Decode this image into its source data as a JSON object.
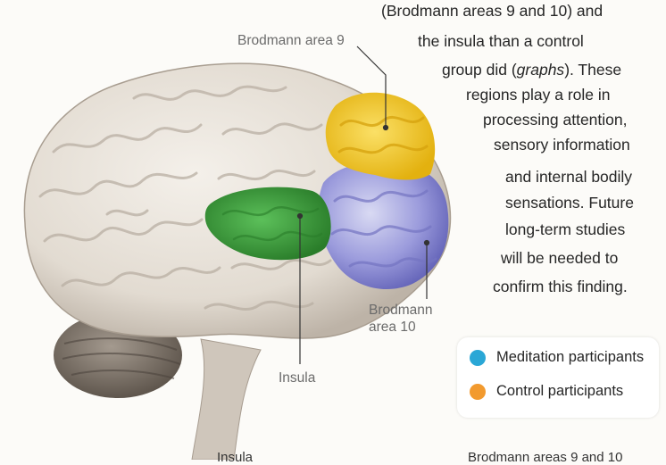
{
  "paragraph": {
    "lines": [
      "(Brodmann areas 9 and 10) and",
      "the insula than a control",
      "group did (",
      "graphs",
      "). These",
      "regions play a role in",
      "processing attention,",
      "sensory information",
      "and internal bodily",
      "sensations. Future",
      "long-term studies",
      "will be needed to",
      "confirm this finding."
    ]
  },
  "labels": {
    "area9": "Brodmann area 9",
    "area10_line1": "Brodmann",
    "area10_line2": "area 10",
    "insula": "Insula"
  },
  "legend": {
    "items": [
      {
        "label": "Meditation participants",
        "color": "#2aa7d6"
      },
      {
        "label": "Control participants",
        "color": "#f29a2e"
      }
    ]
  },
  "cut_off_captions": {
    "left": "Insula",
    "right": "Brodmann areas 9 and 10"
  },
  "colors": {
    "brain": "#e6e0d8",
    "area9": "#f3c623",
    "area10": "#7f7fcc",
    "insula": "#3d9c3b",
    "cerebellum": "#8b8076"
  }
}
